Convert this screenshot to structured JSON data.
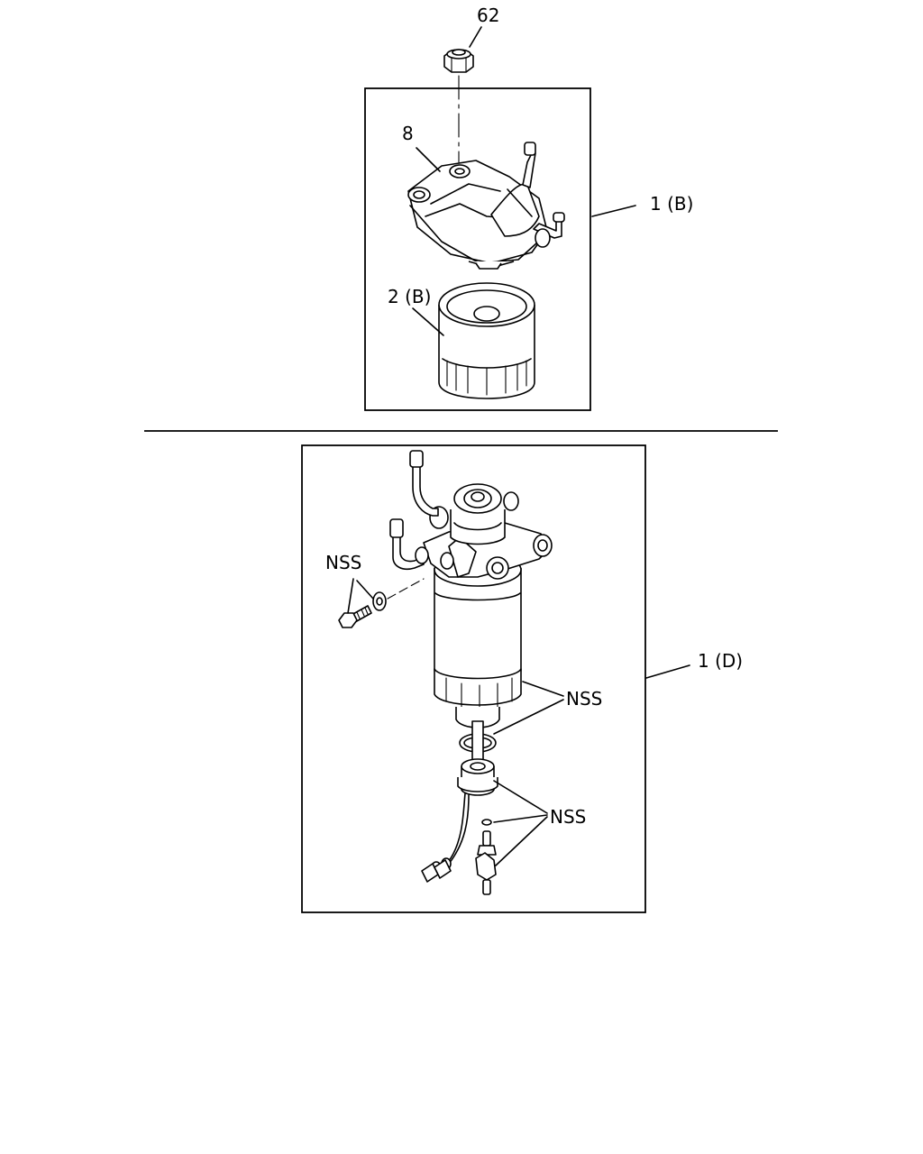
{
  "callouts": {
    "nut": "62",
    "gasket": "8",
    "filter_b": "2 (B)",
    "assembly_b": "1 (B)",
    "assembly_d": "1 (D)",
    "nss_bolt": "NSS",
    "nss_bowl": "NSS",
    "nss_drain": "NSS"
  }
}
